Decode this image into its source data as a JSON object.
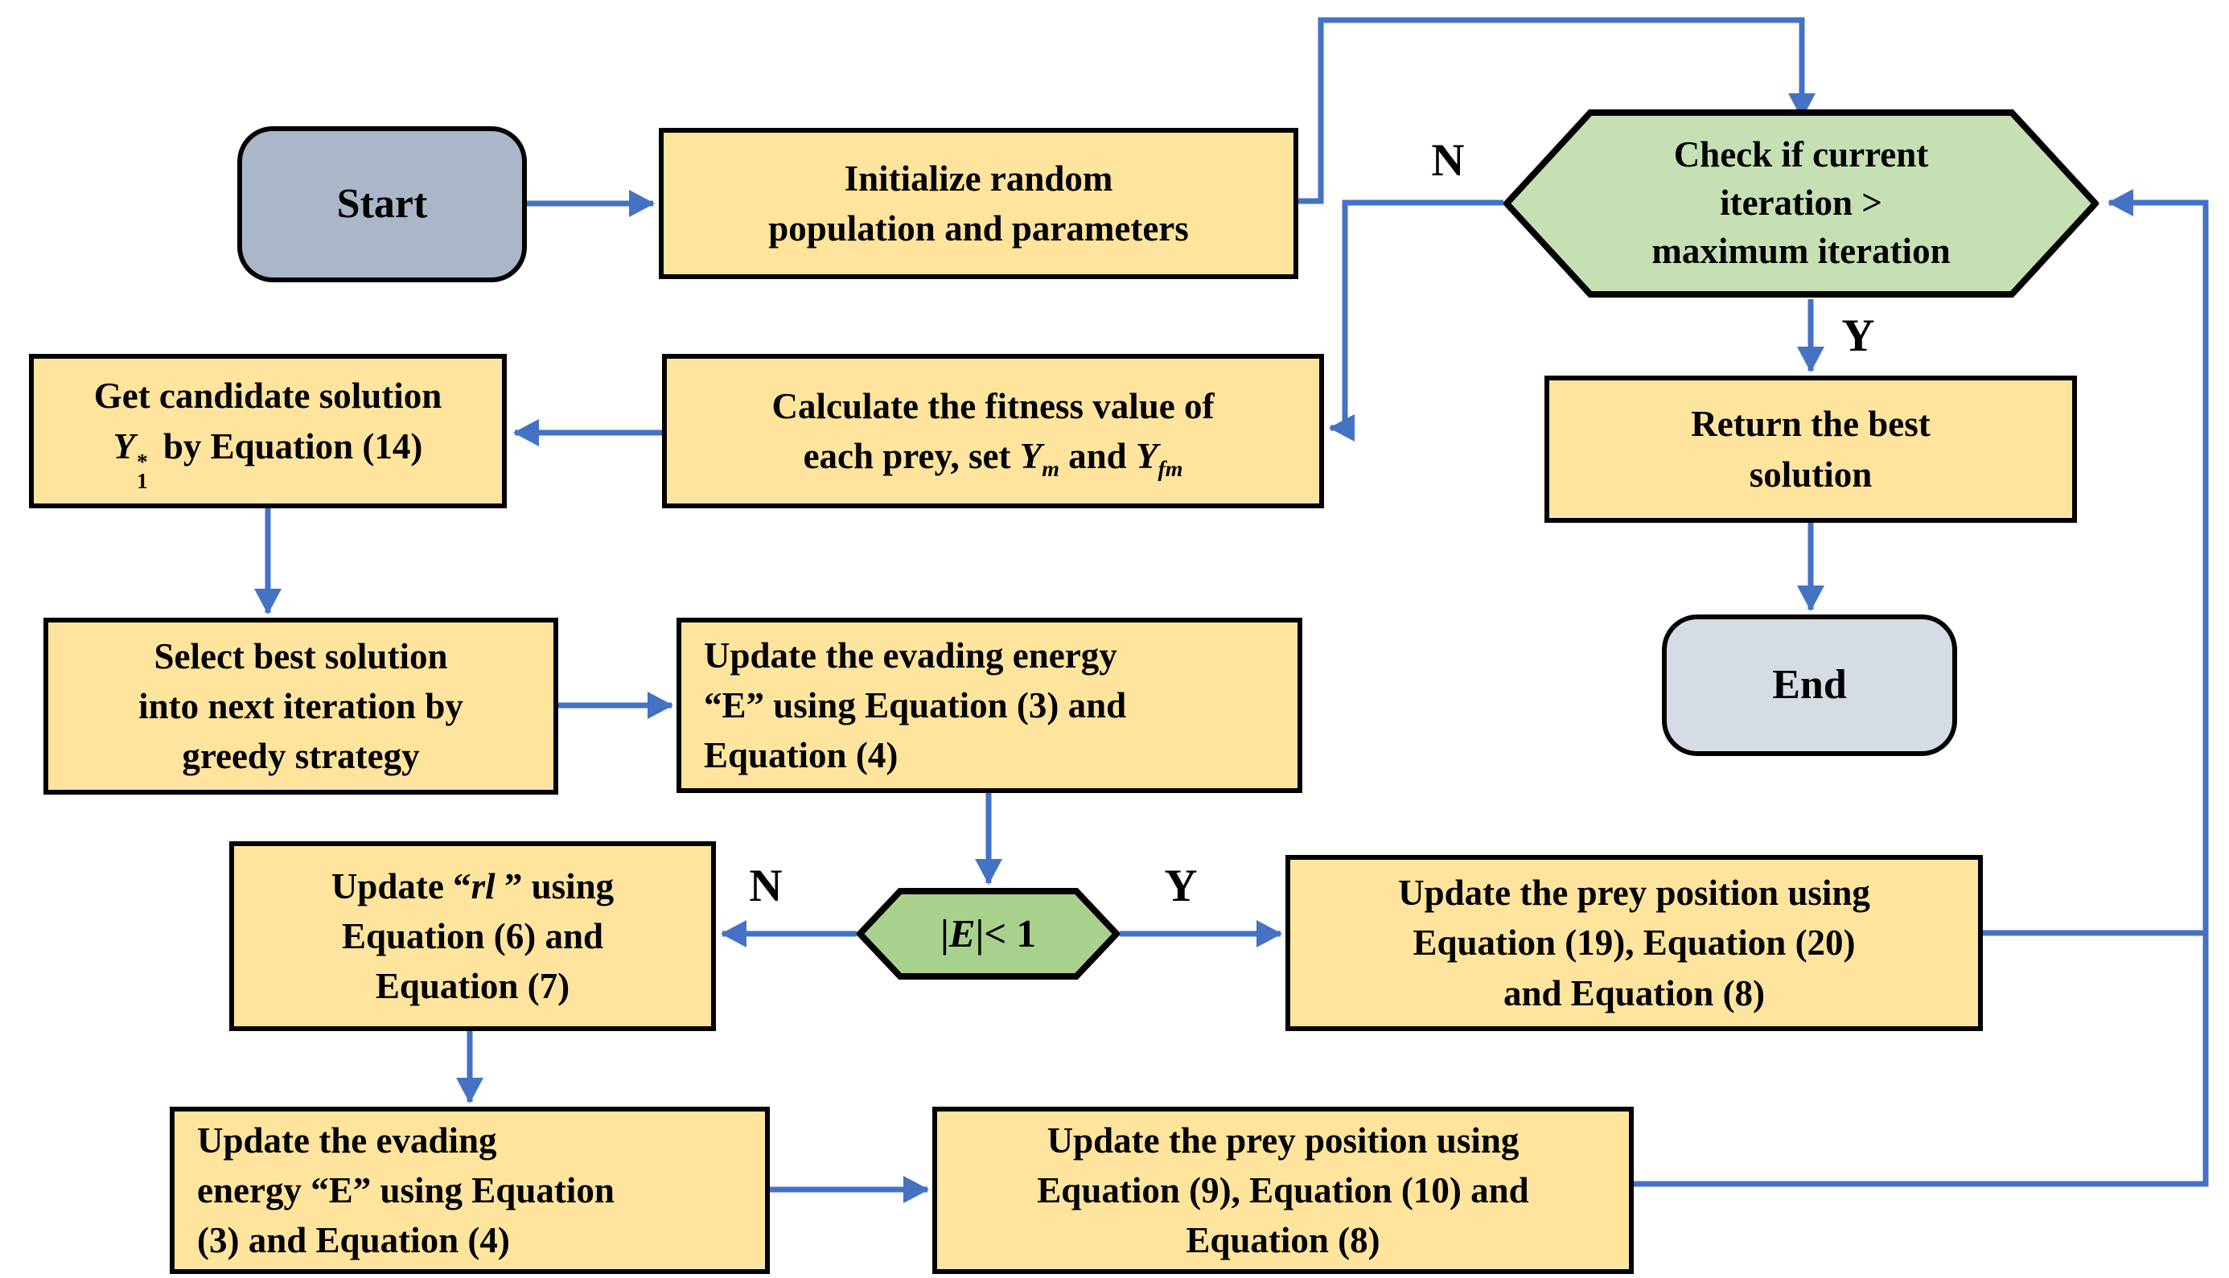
{
  "colors": {
    "arrow": "#4472C4",
    "border": "#000000",
    "start_fill": "#A9B7C9",
    "end_fill": "#D6DCE4",
    "process_fill": "#FFE49E",
    "decision_top_fill": "#C6E0B4",
    "decision_e_fill": "#A9D18E"
  },
  "nodes": {
    "start": {
      "label": "Start"
    },
    "end": {
      "label": "End"
    },
    "initialize": {
      "lines": [
        "Initialize random",
        "population and parameters"
      ]
    },
    "check_iteration": {
      "lines": [
        "Check if current",
        "iteration >",
        "maximum iteration"
      ]
    },
    "get_candidate": {
      "lines": [
        "Get candidate solution",
        [
          {
            "t": "Y",
            "i": true,
            "stack": {
              "sup": "*",
              "sub": "1"
            }
          },
          {
            "t": " by Equation (14)"
          }
        ]
      ]
    },
    "calculate_fitness": {
      "lines": [
        "Calculate the fitness value of",
        [
          {
            "t": "each prey, set "
          },
          {
            "t": "Y",
            "i": true
          },
          {
            "t": "m",
            "i": true,
            "sub": true
          },
          {
            "t": " and "
          },
          {
            "t": "Y",
            "i": true
          },
          {
            "t": "fm",
            "i": true,
            "sub": true
          }
        ]
      ]
    },
    "return_best": {
      "lines": [
        "Return the best",
        "solution"
      ]
    },
    "select_best": {
      "lines": [
        "Select best solution",
        "into next iteration by",
        "greedy strategy"
      ]
    },
    "update_energy_mid": {
      "lines": [
        "Update the evading energy",
        "“E” using Equation (3) and",
        "Equation (4)"
      ]
    },
    "update_rl": {
      "lines": [
        [
          {
            "t": "Update “"
          },
          {
            "t": "rl ",
            "i": true
          },
          {
            "t": "” using"
          }
        ],
        "Equation (6) and",
        "Equation (7)"
      ]
    },
    "abs_e": {
      "lines": [
        [
          {
            "t": "|"
          },
          {
            "t": "E",
            "i": true
          },
          {
            "t": "|< 1"
          }
        ]
      ]
    },
    "update_prey_soft": {
      "lines": [
        "Update the prey position using",
        "Equation (19), Equation (20)",
        "and Equation (8)"
      ]
    },
    "update_energy_bottom": {
      "lines": [
        "Update the evading",
        "energy “E” using Equation",
        "(3) and Equation (4)"
      ]
    },
    "update_prey_hard": {
      "lines": [
        "Update the prey position using",
        "Equation (9), Equation (10) and",
        "Equation (8)"
      ]
    }
  },
  "edge_labels": {
    "no_top": "N",
    "yes_top": "Y",
    "no_mid": "N",
    "yes_mid": "Y"
  }
}
